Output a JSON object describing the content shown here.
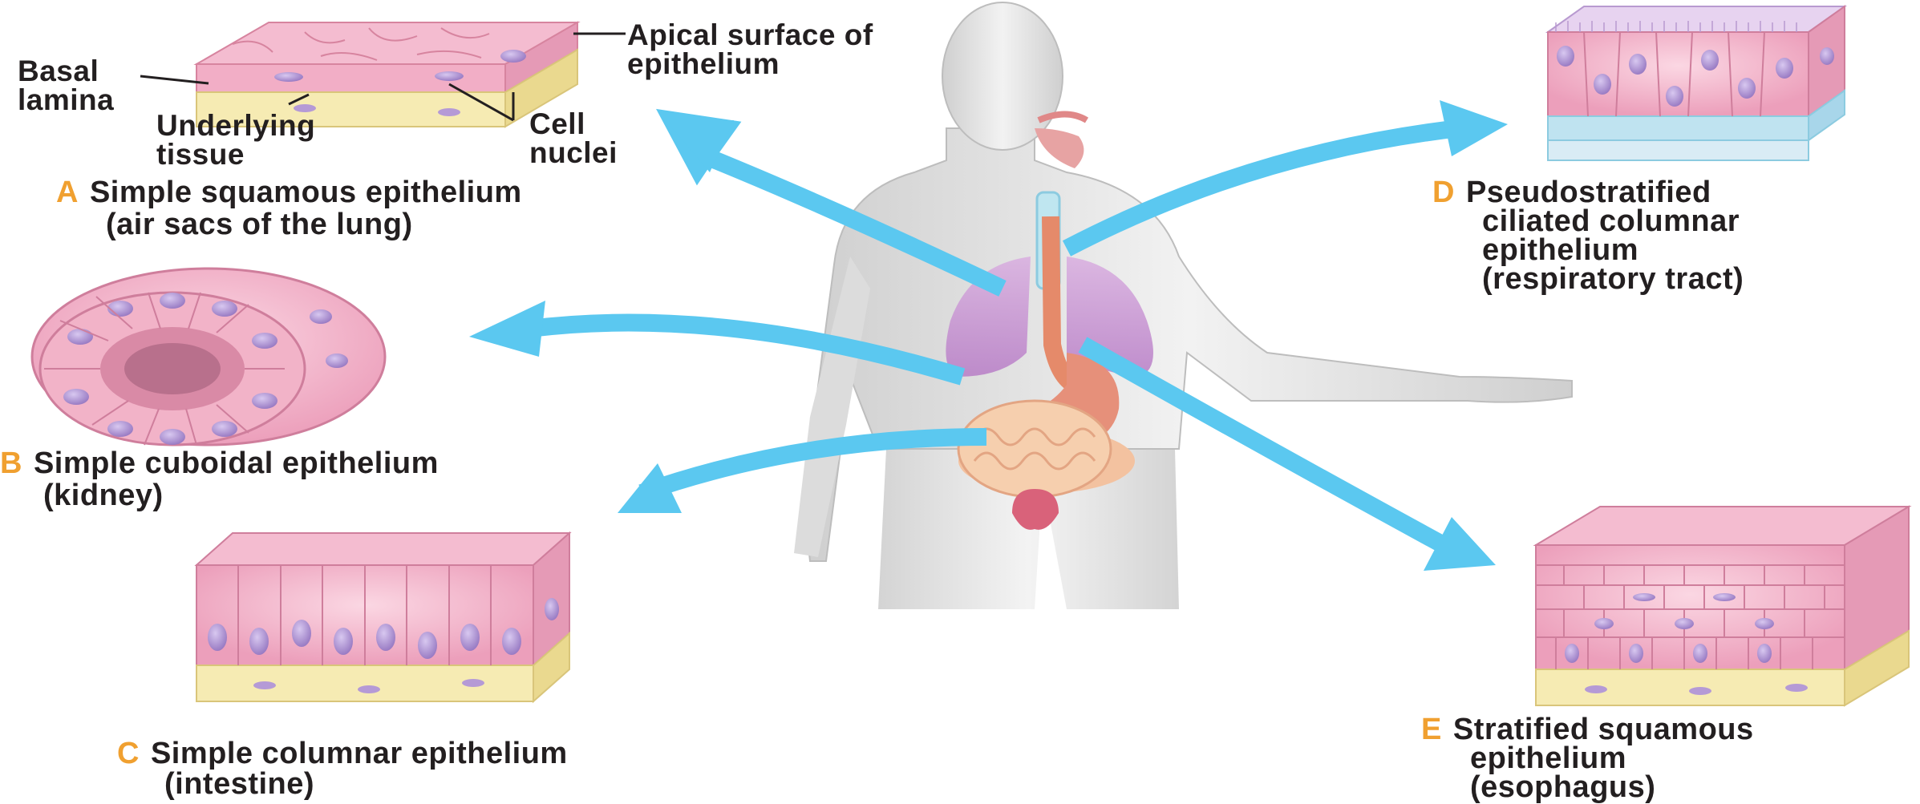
{
  "colors": {
    "arrow": "#5bc8f0",
    "letter": "#f0a030",
    "cell_pink": "#f2b3c8",
    "nucleus": "#a98fd0",
    "lamina": "#f5eab0",
    "body": "#e4e4e4"
  },
  "panels": {
    "a": {
      "letter": "A",
      "title": "Simple squamous epithelium",
      "location": "(air sacs of the lung)",
      "labels": {
        "basal": "Basal",
        "lamina": "lamina",
        "apical1": "Apical surface of",
        "apical2": "epithelium",
        "underlying1": "Underlying",
        "underlying2": "tissue",
        "nuclei1": "Cell",
        "nuclei2": "nuclei"
      }
    },
    "b": {
      "letter": "B",
      "title": "Simple cuboidal epithelium",
      "location": "(kidney)"
    },
    "c": {
      "letter": "C",
      "title": "Simple columnar epithelium",
      "location": "(intestine)"
    },
    "d": {
      "letter": "D",
      "line1": "Pseudostratified",
      "line2": "ciliated columnar",
      "line3": "epithelium",
      "line4": "(respiratory tract)"
    },
    "e": {
      "letter": "E",
      "line1": "Stratified squamous",
      "line2": "epithelium",
      "line3": "(esophagus)"
    }
  }
}
